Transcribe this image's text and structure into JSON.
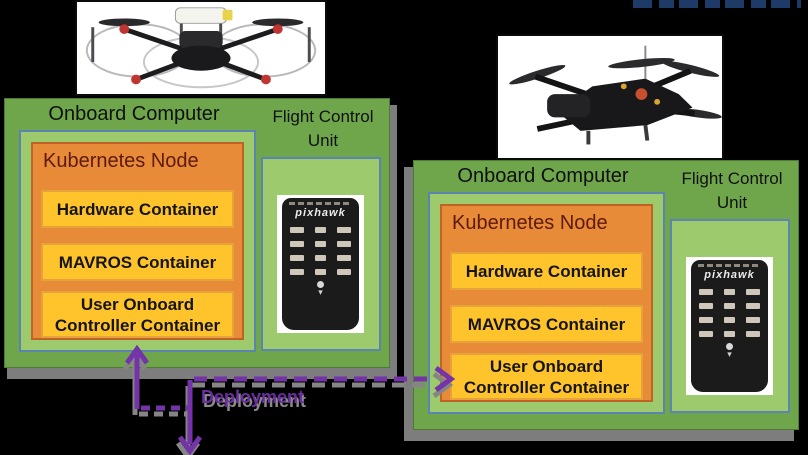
{
  "page": {
    "background": "#000000"
  },
  "colors": {
    "outer_green": "#6FA64C",
    "inner_green": "#9CCA6C",
    "panel_border_blue": "#5B84B1",
    "node_orange": "#E78B39",
    "container_yellow": "#FFC32B",
    "connector_purple": "#7433A8",
    "shadow_gray": "#7D7D7D",
    "node_title_color": "#5E1A0E"
  },
  "left_unit": {
    "computer_label": "Onboard Computer",
    "fcu_label": "Flight Control Unit",
    "node_label": "Kubernetes Node",
    "containers": [
      "Hardware Container",
      "MAVROS Container",
      "User Onboard Controller Container"
    ],
    "device_label": "pixhawk"
  },
  "right_unit": {
    "computer_label": "Onboard Computer",
    "fcu_label": "Flight Control Unit",
    "node_label": "Kubernetes Node",
    "containers": [
      "Hardware Container",
      "MAVROS Container",
      "User Onboard Controller Container"
    ],
    "device_label": "pixhawk"
  },
  "connector": {
    "label": "Deployment"
  }
}
